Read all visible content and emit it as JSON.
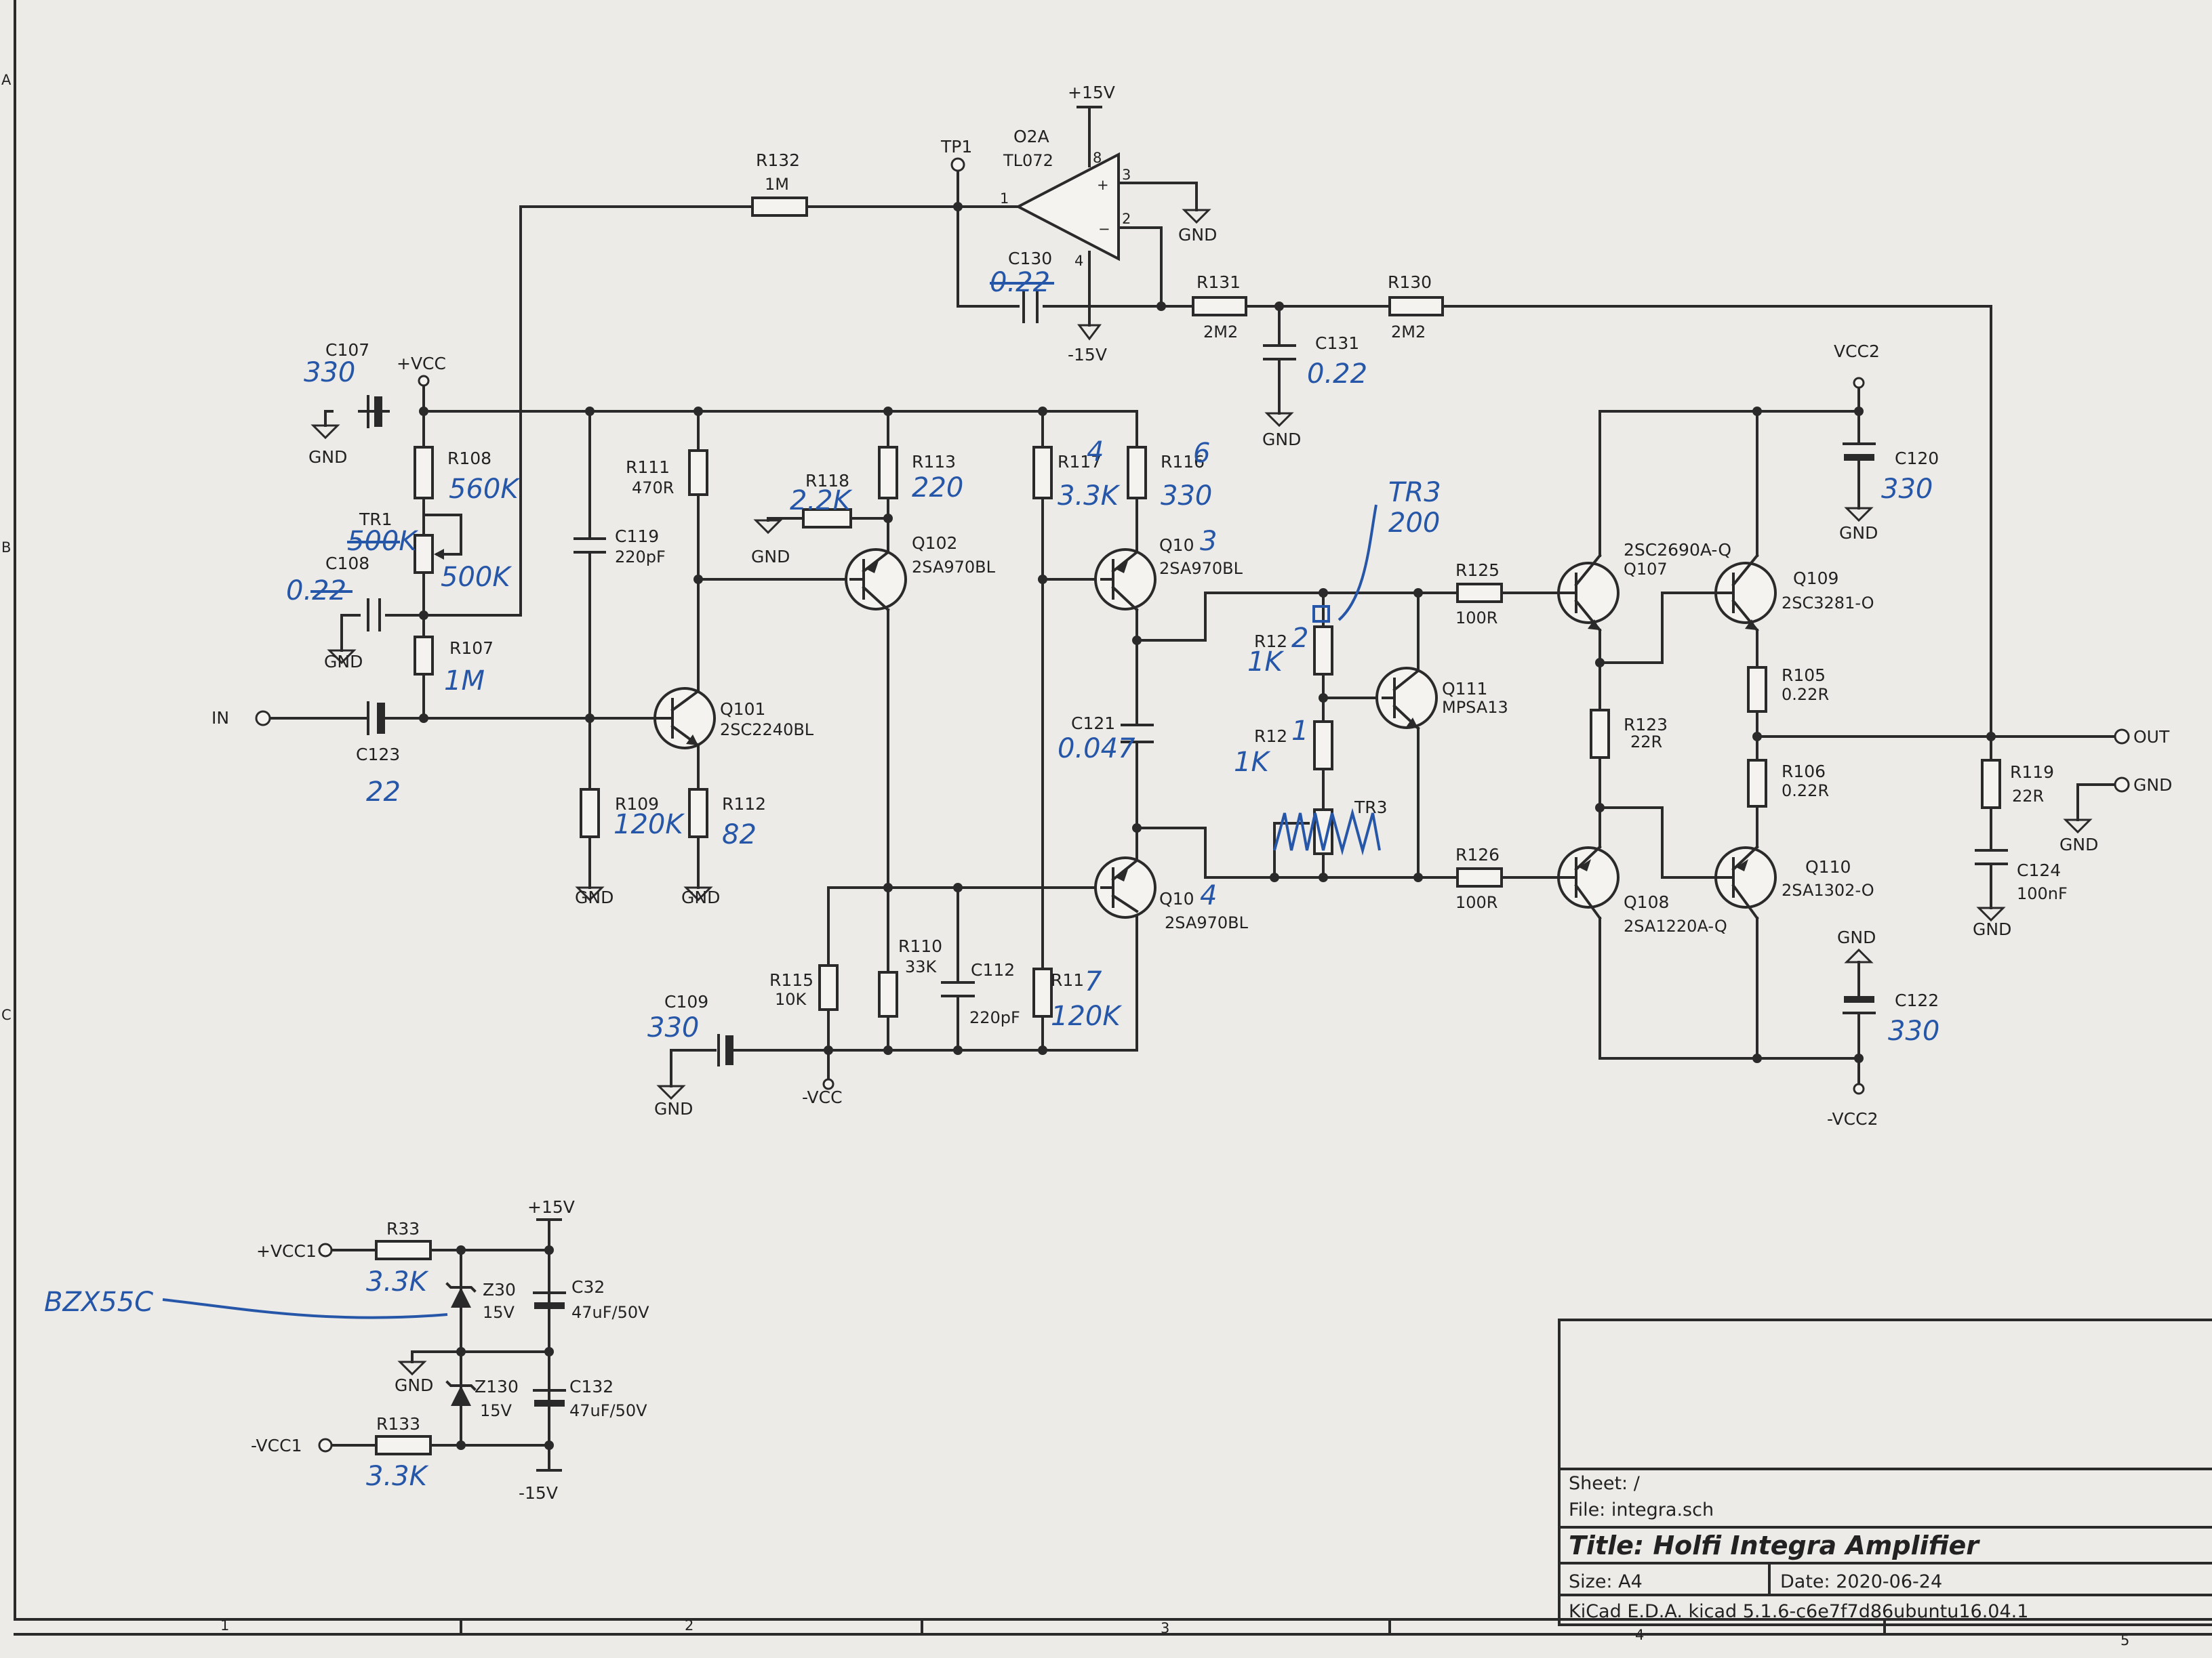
{
  "title_block": {
    "sheet": "Sheet: /",
    "file": "File: integra.sch",
    "title": "Title: Holfi Integra Amplifier",
    "size": "Size: A4",
    "date": "Date: 2020-06-24",
    "tool": "KiCad E.D.A.  kicad 5.1.6-c6e7f7d86ubuntu16.04.1"
  },
  "border": {
    "columns": [
      "1",
      "2",
      "3",
      "4",
      "5"
    ],
    "rows": [
      "A",
      "B",
      "C"
    ]
  },
  "components": {
    "r132": {
      "ref": "R132",
      "val": "1M"
    },
    "tp1": {
      "ref": "TP1"
    },
    "u2a": {
      "ref": "O2A",
      "val": "TL072",
      "pins": [
        "1",
        "2",
        "3",
        "4",
        "8"
      ]
    },
    "c130": {
      "ref": "C130"
    },
    "r131": {
      "ref": "R131",
      "val": "2M2"
    },
    "r130": {
      "ref": "R130",
      "val": "2M2"
    },
    "c131": {
      "ref": "C131"
    },
    "c107": {
      "ref": "C107"
    },
    "r108": {
      "ref": "R108"
    },
    "tr1": {
      "ref": "TR1"
    },
    "c108": {
      "ref": "C108"
    },
    "r107": {
      "ref": "R107"
    },
    "c123": {
      "ref": "C123"
    },
    "r111": {
      "ref": "R111",
      "val": "470R"
    },
    "c119": {
      "ref": "C119",
      "val": "220pF"
    },
    "r118": {
      "ref": "R118"
    },
    "r113": {
      "ref": "R113"
    },
    "q102": {
      "ref": "Q102",
      "val": "2SA970BL"
    },
    "q101": {
      "ref": "Q101",
      "val": "2SC2240BL"
    },
    "r109": {
      "ref": "R109"
    },
    "r112": {
      "ref": "R112"
    },
    "r117": {
      "ref": "R117"
    },
    "r116": {
      "ref": "R116"
    },
    "q103": {
      "ref": "Q10",
      "val": "2SA970BL"
    },
    "c121": {
      "ref": "C121"
    },
    "q104": {
      "ref": "Q10",
      "val": "2SA970BL"
    },
    "r110": {
      "ref": "R110",
      "val": "33K"
    },
    "c112": {
      "ref": "C112",
      "val": "220pF"
    },
    "r115": {
      "ref": "R115",
      "val": "10K"
    },
    "r114": {
      "ref": "R11"
    },
    "c109": {
      "ref": "C109"
    },
    "r122": {
      "ref": "R12"
    },
    "r121": {
      "ref": "R12"
    },
    "tr3": {
      "ref": "TR3"
    },
    "q111": {
      "ref": "Q111",
      "val": "MPSA13"
    },
    "r125": {
      "ref": "R125",
      "val": "100R"
    },
    "r126": {
      "ref": "R126",
      "val": "100R"
    },
    "q107": {
      "ref": "Q107",
      "val": "2SC2690A-Q"
    },
    "q108": {
      "ref": "Q108",
      "val": "2SA1220A-Q"
    },
    "r123": {
      "ref": "R123",
      "val": "22R"
    },
    "q109": {
      "ref": "Q109",
      "val": "2SC3281-O"
    },
    "q110": {
      "ref": "Q110",
      "val": "2SA1302-O"
    },
    "r105": {
      "ref": "R105",
      "val": "0.22R"
    },
    "r106": {
      "ref": "R106",
      "val": "0.22R"
    },
    "c120": {
      "ref": "C120"
    },
    "c122": {
      "ref": "C122"
    },
    "r119": {
      "ref": "R119",
      "val": "22R"
    },
    "c124": {
      "ref": "C124",
      "val": "100nF"
    },
    "r33": {
      "ref": "R33"
    },
    "z30": {
      "ref": "Z30",
      "val": "15V"
    },
    "c32": {
      "ref": "C32",
      "val": "47uF/50V"
    },
    "z130": {
      "ref": "Z130",
      "val": "15V"
    },
    "c132": {
      "ref": "C132",
      "val": "47uF/50V"
    },
    "r133": {
      "ref": "R133"
    }
  },
  "nets": {
    "p15": "+15V",
    "m15": "-15V",
    "gnd": "GND",
    "vcc": "+VCC",
    "mvcc": "-VCC",
    "vcc2": "VCC2",
    "mvcc2": "-VCC2",
    "vcc1": "+VCC1",
    "mvcc1": "-VCC1",
    "in": "IN",
    "out": "OUT"
  },
  "handwritten": {
    "c107": "330",
    "r108": "560K",
    "tr1_old": "500K",
    "tr1_new": "500K",
    "c108": "0.22",
    "r107": "1M",
    "c123": "22",
    "r118": "2.2K",
    "r113": "220",
    "r109": "120K",
    "r112": "82",
    "r117_suffix": "4",
    "r117": "3.3K",
    "r116_suffix": "6",
    "r116": "330",
    "q103_suffix": "3",
    "q104_suffix": "4",
    "c121": "0.047",
    "r114_suffix": "7",
    "r114": "120K",
    "c109": "330",
    "c130": "0.22",
    "c131": "0.22",
    "tr3": "TR3",
    "tr3_val": "200",
    "r122_suffix": "2",
    "r122": "1K",
    "r121_suffix": "1",
    "r121": "1K",
    "c120": "330",
    "c122": "330",
    "z30": "BZX55C",
    "r33": "3.3K",
    "r133": "3.3K"
  }
}
